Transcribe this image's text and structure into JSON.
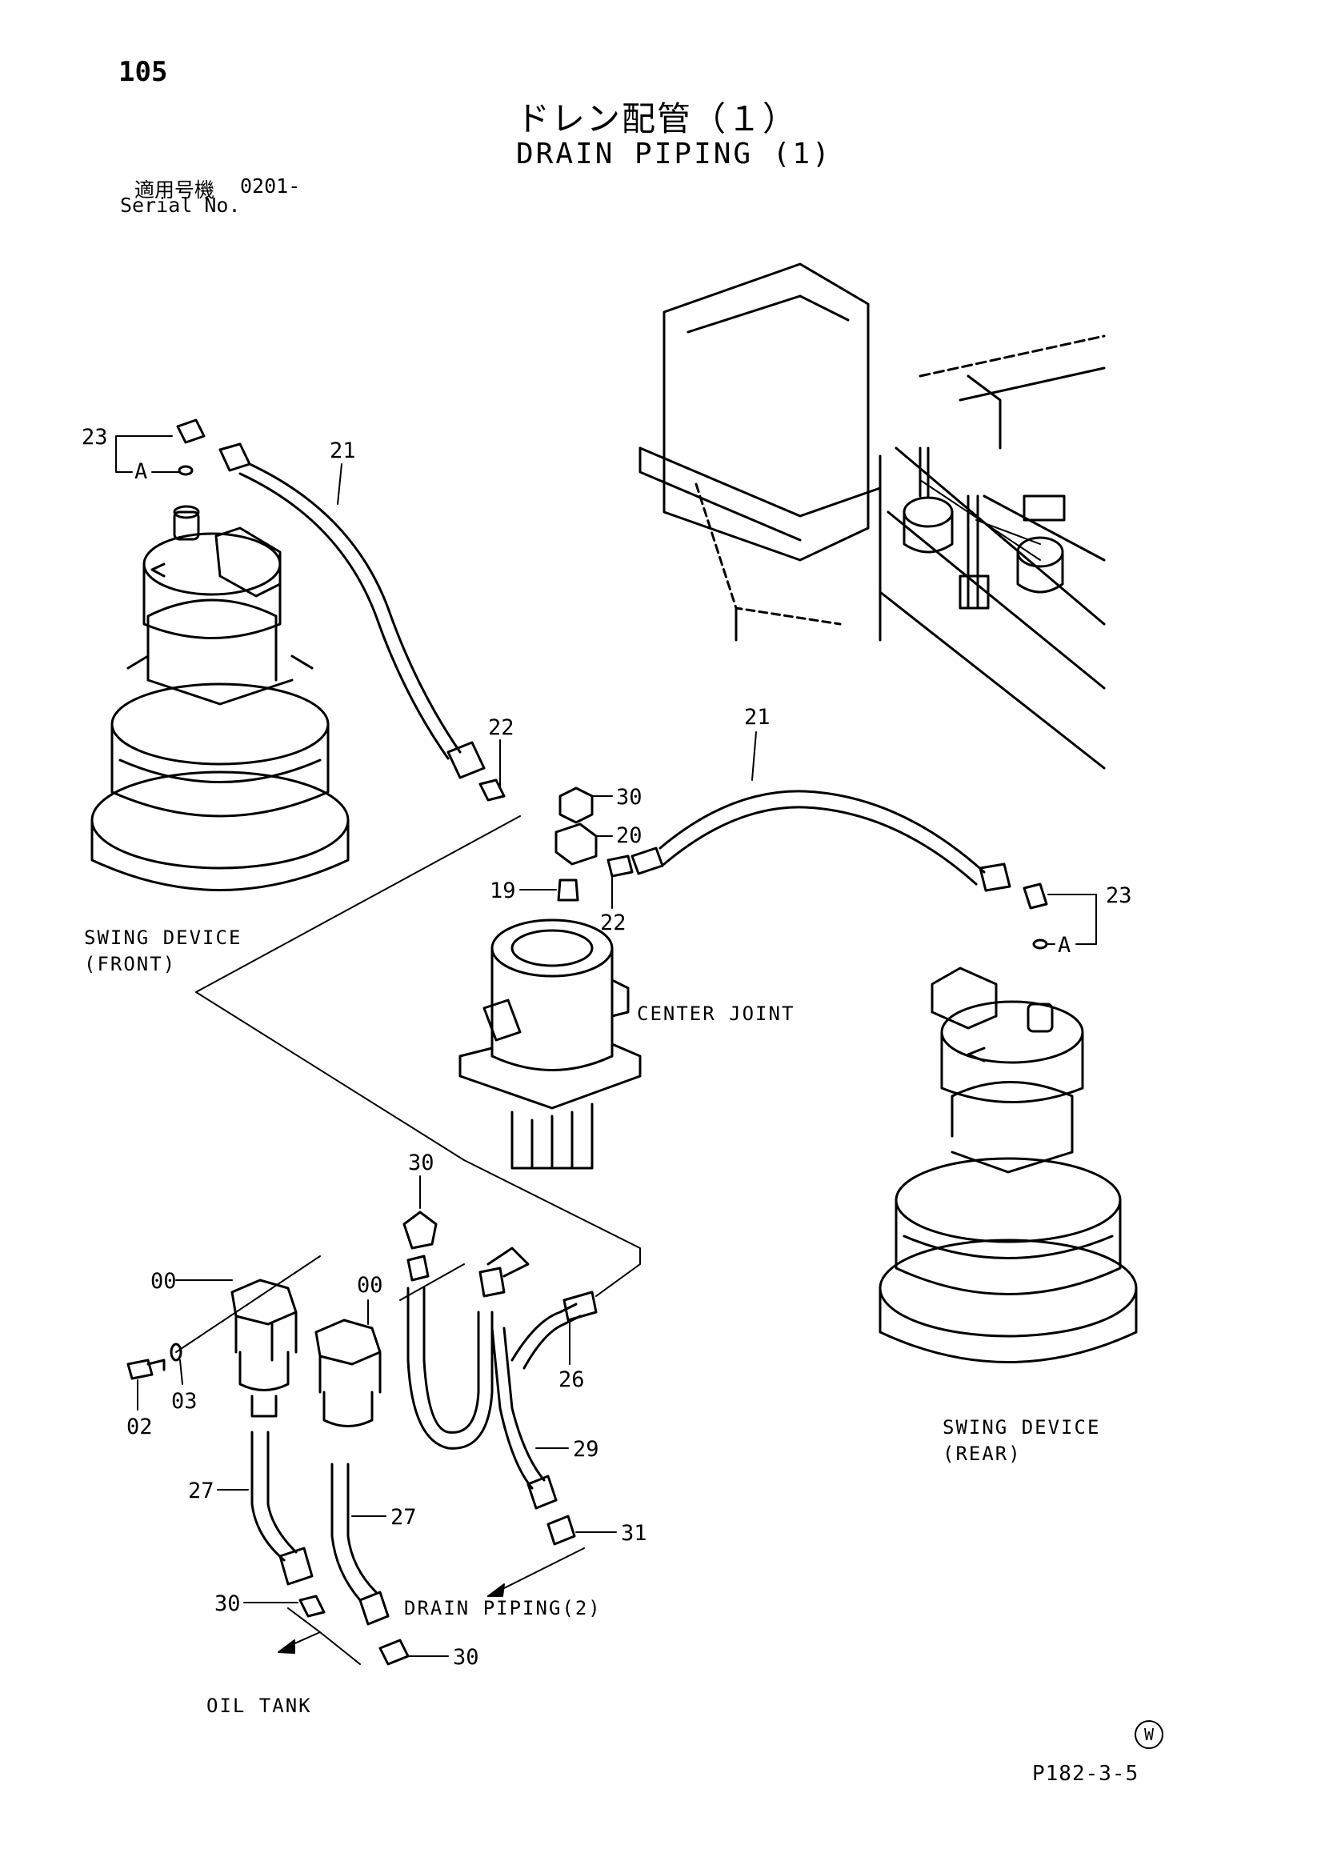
{
  "header": {
    "page_number": "105",
    "title_jp": "ドレン配管（１）",
    "title_en": "DRAIN PIPING (1)",
    "serial_label_jp": "適用号機",
    "serial_value": "0201-",
    "serial_label_en": "Serial No."
  },
  "captions": {
    "swing_front_1": "SWING DEVICE",
    "swing_front_2": "(FRONT)",
    "center_joint": "CENTER JOINT",
    "swing_rear_1": "SWING DEVICE",
    "swing_rear_2": "(REAR)",
    "drain_piping_2": "DRAIN PIPING(2)",
    "oil_tank": "OIL TANK"
  },
  "callouts": {
    "c23_left": "23",
    "a_left": "A",
    "c21_left": "21",
    "c22_top": "22",
    "c30_top": "30",
    "c20": "20",
    "c19": "19",
    "c22_bottom": "22",
    "c21_right": "21",
    "c23_right": "23",
    "a_right": "A",
    "c30_mid": "30",
    "c00_left": "00",
    "c00_right": "00",
    "c03": "03",
    "c02": "02",
    "c26": "26",
    "c27_left": "27",
    "c27_right": "27",
    "c29": "29",
    "c31": "31",
    "c30_bl": "30",
    "c30_br": "30"
  },
  "footer": {
    "page_code": "P182-3-5",
    "mark": "W"
  }
}
